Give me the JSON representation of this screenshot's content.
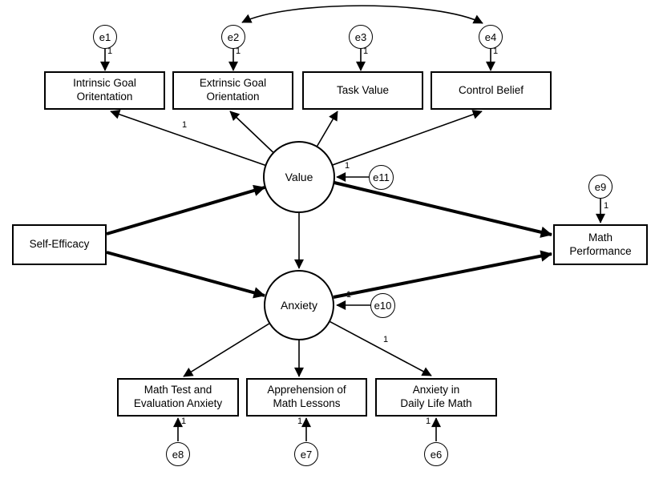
{
  "diagram": {
    "type": "sem-path-diagram",
    "latent_variables": [
      {
        "id": "value",
        "label": "Value"
      },
      {
        "id": "anxiety",
        "label": "Anxiety"
      }
    ],
    "observed_variables": [
      {
        "id": "intrinsic-goal-orientation",
        "label": "Intrinsic Goal\nOritentation"
      },
      {
        "id": "extrinsic-goal-orientation",
        "label": "Extrinsic Goal\nOrientation"
      },
      {
        "id": "task-value",
        "label": "Task Value"
      },
      {
        "id": "control-belief",
        "label": "Control Belief"
      },
      {
        "id": "self-efficacy",
        "label": "Self-Efficacy"
      },
      {
        "id": "math-performance",
        "label": "Math\nPerformance"
      },
      {
        "id": "math-test-evaluation-anxiety",
        "label": "Math Test and\nEvaluation Anxiety"
      },
      {
        "id": "apprehension-of-math-lessons",
        "label": "Apprehension of\nMath Lessons"
      },
      {
        "id": "anxiety-in-daily-life-math",
        "label": "Anxiety in\nDaily Life Math"
      }
    ],
    "error_terms": [
      {
        "id": "e1",
        "label": "e1"
      },
      {
        "id": "e2",
        "label": "e2"
      },
      {
        "id": "e3",
        "label": "e3"
      },
      {
        "id": "e4",
        "label": "e4"
      },
      {
        "id": "e11",
        "label": "e11"
      },
      {
        "id": "e10",
        "label": "e10"
      },
      {
        "id": "e9",
        "label": "e9"
      },
      {
        "id": "e8",
        "label": "e8"
      },
      {
        "id": "e7",
        "label": "e7"
      },
      {
        "id": "e6",
        "label": "e6"
      }
    ],
    "path_weights": [
      {
        "path": "e1->intrinsic-goal-orientation",
        "label": "1"
      },
      {
        "path": "e2->extrinsic-goal-orientation",
        "label": "1"
      },
      {
        "path": "e3->task-value",
        "label": "1"
      },
      {
        "path": "e4->control-belief",
        "label": "1"
      },
      {
        "path": "value->intrinsic-goal-orientation",
        "label": "1"
      },
      {
        "path": "e11->value",
        "label": "1"
      },
      {
        "path": "e9->math-performance",
        "label": "1"
      },
      {
        "path": "e10->anxiety",
        "label": "1"
      },
      {
        "path": "anxiety->anxiety-in-daily-life-math",
        "label": "1"
      },
      {
        "path": "e8->math-test-evaluation-anxiety",
        "label": "1"
      },
      {
        "path": "e7->apprehension-of-math-lessons",
        "label": "1"
      },
      {
        "path": "e6->anxiety-in-daily-life-math",
        "label": "1"
      }
    ],
    "colors": {
      "line": "#000000",
      "node_fill": "#ffffff",
      "text": "#000000"
    }
  }
}
